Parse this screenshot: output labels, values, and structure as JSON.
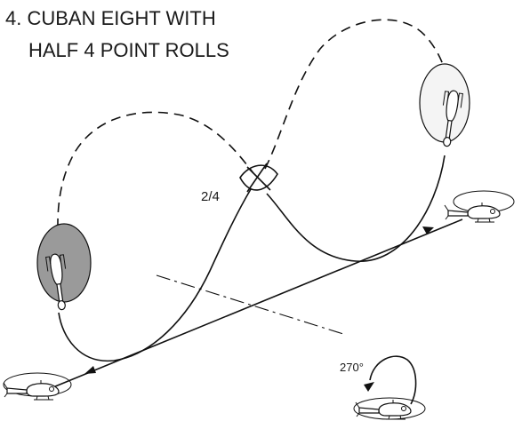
{
  "title": {
    "line1": "4. CUBAN EIGHT WITH",
    "line2": "HALF 4 POINT ROLLS"
  },
  "labels": {
    "roll_fraction": "2/4",
    "turn_angle": "270°"
  },
  "colors": {
    "ink": "#111111",
    "shaded_disc": "#9a9a9a",
    "light_disc": "#f4f4f4"
  },
  "icons": [
    "helicopter-icon",
    "rotor-disc-icon",
    "roll-marker-icon",
    "arrowhead-icon"
  ]
}
